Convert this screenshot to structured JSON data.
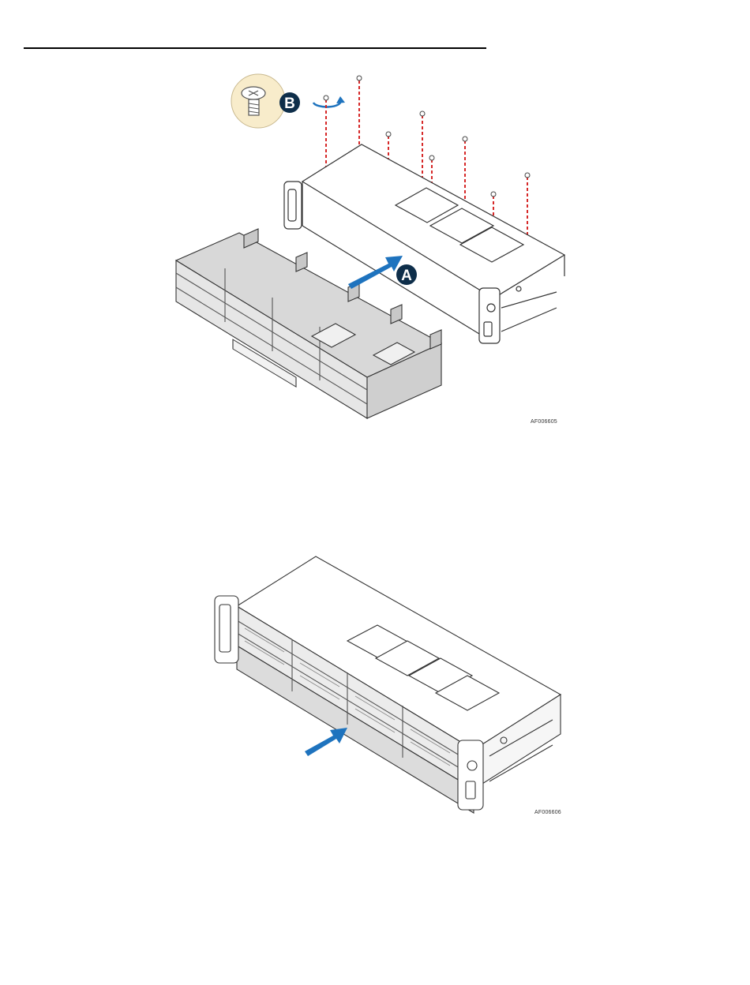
{
  "figures": [
    {
      "callouts": {
        "a": "A",
        "b": "B"
      },
      "figure_id": "AF006605",
      "colors": {
        "arrow": "#1e73be",
        "screw_path": "#d62828",
        "callout_bg": "#0e2e4a",
        "callout_text": "#ffffff",
        "badge_bg": "#f8eccb"
      },
      "icons": [
        "screw-icon",
        "rotate-icon",
        "push-arrow-icon"
      ]
    },
    {
      "figure_id": "AF006606",
      "colors": {
        "arrow": "#1e73be"
      },
      "icons": [
        "push-arrow-icon"
      ]
    }
  ]
}
